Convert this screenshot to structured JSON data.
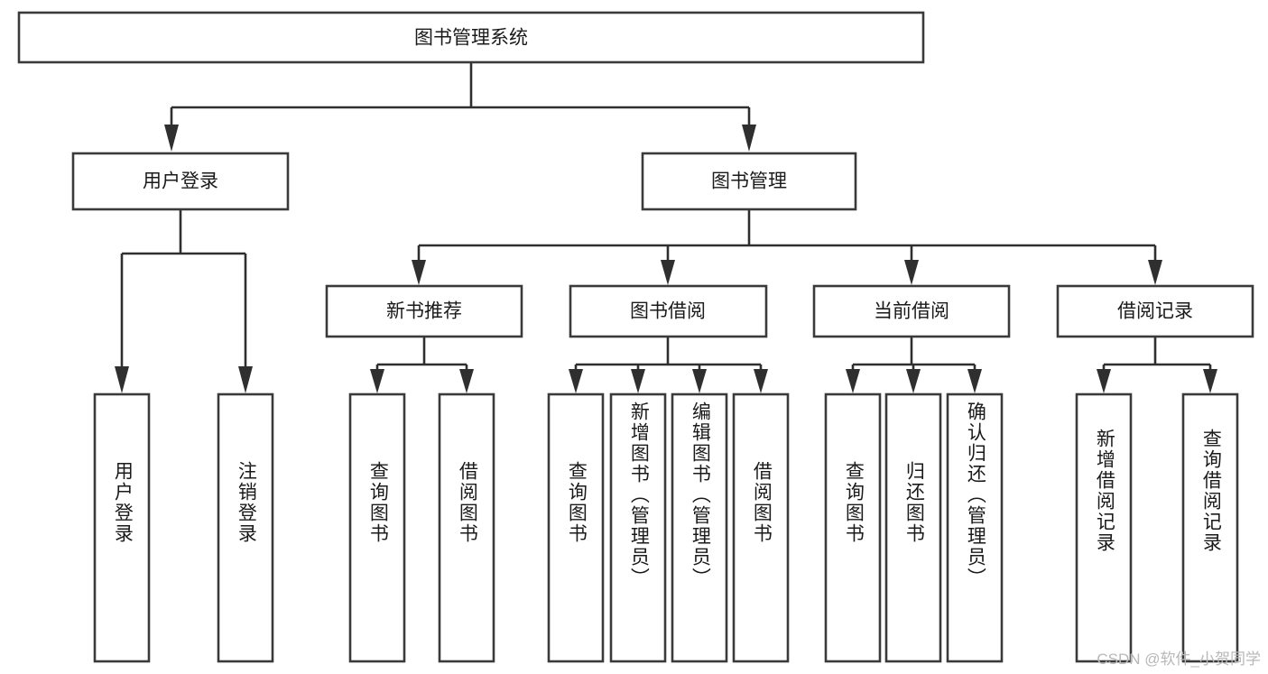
{
  "diagram": {
    "type": "hierarchy-tree",
    "title": "图书管理系统",
    "watermark": "CSDN @软件_小贺同学",
    "colors": {
      "box_stroke": "#3a3a3a",
      "connector": "#2f2f2f",
      "background": "#ffffff",
      "text": "#1a1a1a",
      "watermark": "#b8b8b8"
    },
    "root": {
      "label": "图书管理系统"
    },
    "level1": [
      {
        "label": "用户登录"
      },
      {
        "label": "图书管理"
      }
    ],
    "level2": [
      {
        "label": "新书推荐"
      },
      {
        "label": "图书借阅"
      },
      {
        "label": "当前借阅"
      },
      {
        "label": "借阅记录"
      }
    ],
    "leaves": {
      "user_login": [
        {
          "label": "用户登录"
        },
        {
          "label": "注销登录"
        }
      ],
      "new_book_recommend": [
        {
          "label": "查询图书"
        },
        {
          "label": "借阅图书"
        }
      ],
      "book_borrow": [
        {
          "label": "查询图书"
        },
        {
          "label": "新增图书（管理员）"
        },
        {
          "label": "编辑图书（管理员）"
        },
        {
          "label": "借阅图书"
        }
      ],
      "current_borrow": [
        {
          "label": "查询图书"
        },
        {
          "label": "归还图书"
        },
        {
          "label": "确认归还（管理员）"
        }
      ],
      "borrow_record": [
        {
          "label": "新增借阅记录"
        },
        {
          "label": "查询借阅记录"
        }
      ]
    }
  }
}
